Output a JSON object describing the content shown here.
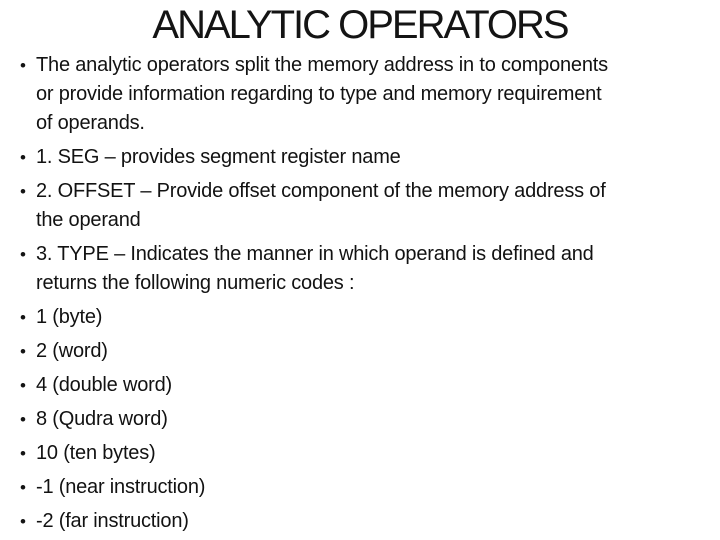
{
  "slide": {
    "title": "ANALYTIC OPERATORS",
    "bullet_char": "•",
    "bullets": [
      {
        "lines": [
          "The analytic operators split the memory address in to components",
          "or provide information regarding to type and memory requirement",
          "of operands."
        ]
      },
      {
        "lines": [
          "1. SEG – provides segment register name"
        ]
      },
      {
        "lines": [
          "2. OFFSET – Provide offset component of the memory address of",
          "the operand"
        ]
      },
      {
        "lines": [
          "3. TYPE – Indicates the manner in which operand is defined and",
          "returns the following numeric codes :"
        ]
      },
      {
        "lines": [
          "1 (byte)"
        ]
      },
      {
        "lines": [
          "2 (word)"
        ]
      },
      {
        "lines": [
          "4 (double word)"
        ]
      },
      {
        "lines": [
          "8 (Qudra word)"
        ]
      },
      {
        "lines": [
          "10 (ten bytes)"
        ]
      },
      {
        "lines": [
          "-1 (near instruction)"
        ]
      },
      {
        "lines": [
          "-2 (far instruction)"
        ]
      }
    ],
    "colors": {
      "text": "#121212",
      "background": "#ffffff"
    }
  }
}
